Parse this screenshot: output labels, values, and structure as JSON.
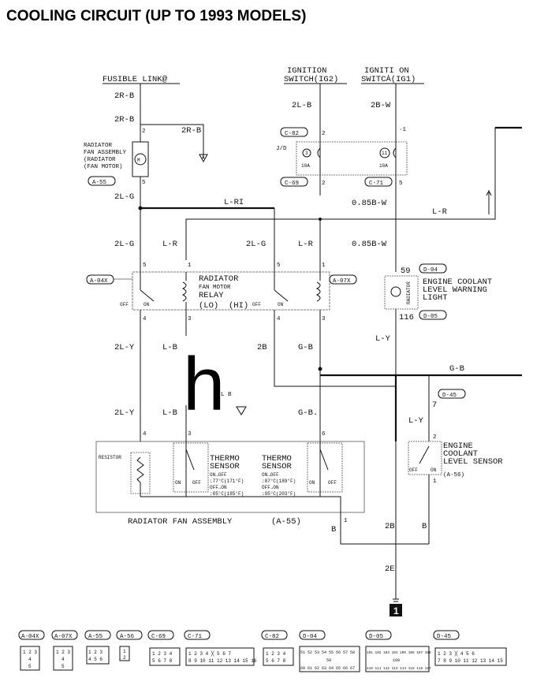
{
  "title": "COOLING CIRCUIT (UP TO 1993 MODELS)",
  "power_sources": {
    "fusible_link": "FUSIBLE LINK@",
    "ignition_ig2": [
      "IGNITION",
      "SWITCH(IG2)"
    ],
    "ignition_ig1": [
      "IGNITI ON",
      "SWITCȦ(IG1)"
    ]
  },
  "connectors": {
    "c82": "C-82",
    "c69": "C-69",
    "c71": "C-71",
    "a55": "A-55",
    "a04x": "A-04X",
    "a07x": "A-07X",
    "d04": "D-04",
    "d05": "D-05",
    "d45": "D-45",
    "a56": "(A-56)",
    "a55_plain": "(A-55)"
  },
  "junction_block": {
    "label": "J/D",
    "fuse_left_no": "3",
    "fuse_left_amp": "10A",
    "fuse_right_no": "11",
    "fuse_right_amp": "10A"
  },
  "components": {
    "radiator_fan_motor": [
      "RADIATOR",
      "FAN ASSEMBLY",
      "(RADIATOR",
      "(FAN MOTOR)"
    ],
    "fan_motor_relay": [
      "RADIATOR",
      "FAN MOTOR",
      "RELAY",
      "(LO)",
      "(HI)"
    ],
    "warning_light": [
      "ENGINE COOLANT",
      "LEVEL WARNING",
      "LIGHT"
    ],
    "radiator_vertical": "RADIATOR",
    "level_sensor": [
      "ENGINE",
      "COOLANT",
      "LEVEL SENSOR"
    ],
    "fan_assembly": "RADIATOR FAN ASSEMBLY",
    "resistor": "RESISTOR"
  },
  "thermo_sensors": [
    {
      "title": [
        "THERMO",
        "SENSOR"
      ],
      "specs": [
        "ON→OFF",
        ":77°C(171°F)",
        "OFF→ON",
        ":85°C(185°F)"
      ]
    },
    {
      "title": [
        "THERMO",
        "SENSOR"
      ],
      "specs": [
        "ON→OFF",
        ":87°C(189°F)",
        "OFF→ON",
        ":95°C(203°F)"
      ]
    }
  ],
  "switch_labels": {
    "off": "OFF",
    "on": "ON"
  },
  "wires": {
    "w2rb": "2R-B",
    "w2lb": "2L-B",
    "w2bw": "2B-W",
    "w2lg": "2L-G",
    "lri": "L-RI",
    "w085bw": "0.85B-W",
    "lr": "L-R",
    "w2ly": "2L-Y",
    "lb": "L-B",
    "w2b": "2B",
    "gb": "G-B",
    "ly": "L-Y",
    "gbdot": "G-B.",
    "b": "B",
    "w2b_ground": "2B",
    "w2e": "2E",
    "lb_mid": "L B"
  },
  "pins": {
    "p2": "2",
    "p5": "5",
    "p1": "1",
    "p3": "3",
    "p4": "4",
    "p6": "6",
    "p7": "7",
    "p59": "59",
    "p116": "116",
    "p1ig": "·1",
    "p5ig": "5"
  },
  "overlay_letter": "h",
  "ground_ref": "1",
  "footer_connectors": [
    {
      "label": "A-04X",
      "cells": [
        "1 2 3",
        "4",
        "5"
      ]
    },
    {
      "label": "A-07X",
      "cells": [
        "1 2 3",
        "4",
        "5"
      ]
    },
    {
      "label": "A-55",
      "cells": [
        "1 2 3",
        "4 5 6"
      ]
    },
    {
      "label": "A-56",
      "cells": [
        "1",
        "2"
      ]
    },
    {
      "label": "C-69",
      "cells": [
        "1 2 3 4",
        "5 6 7 8"
      ]
    },
    {
      "label": "C-71",
      "cells": [
        "1 2 3 4 ╳ 5 6 7",
        "8 9 10 11 12 13 14 15 16"
      ]
    },
    {
      "label": "C-82",
      "cells": [
        "1 2 3 4",
        "5 6 7 8"
      ]
    },
    {
      "label": "D-04",
      "cells": [
        "51 52 53 54 55 56 57 58",
        "59",
        "60 61 62 63 64 65 66 67"
      ]
    },
    {
      "label": "D-05",
      "cells": [
        "101 102 103 104 105 106 107 108",
        "109",
        "110 111 112 113 114 115 116 117"
      ]
    },
    {
      "label": "D-45",
      "cells": [
        "1 2 3 ╳ 4 5 6",
        "7 8 9 10 11 12 13 14 15"
      ]
    }
  ]
}
